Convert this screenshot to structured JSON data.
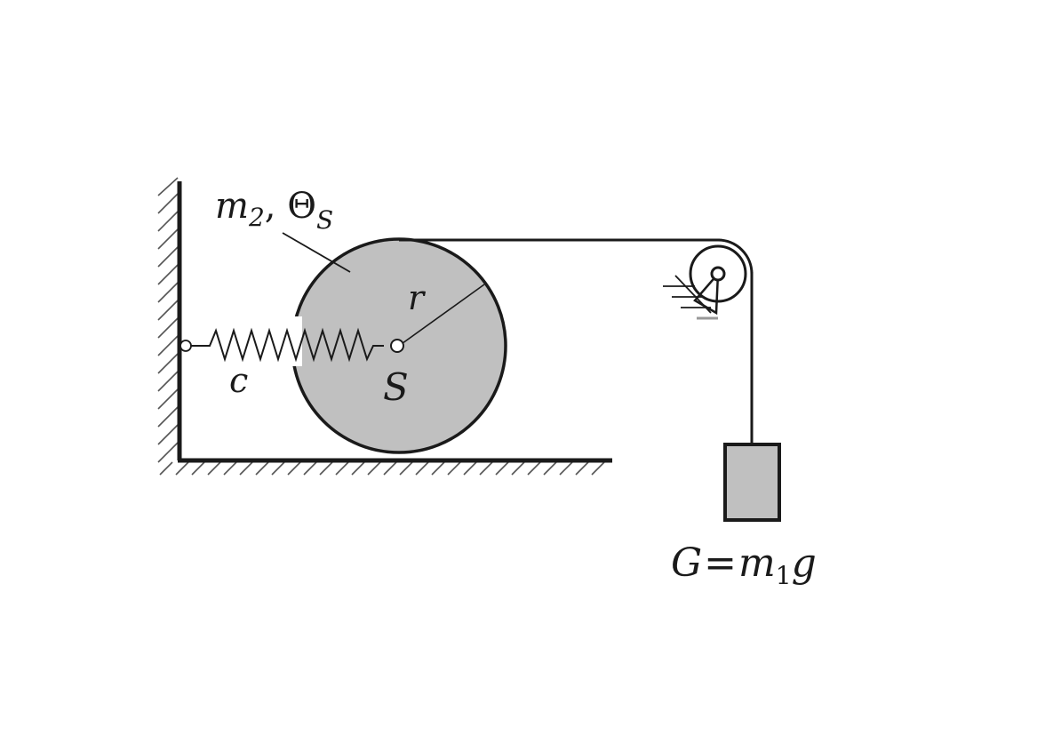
{
  "labels": {
    "mass_disc": {
      "main": "m",
      "sub": "2",
      "sep": ", ",
      "theta": "Θ",
      "theta_sub": "S"
    },
    "radius": "r",
    "center": "S",
    "spring": "c",
    "weight": {
      "G": "G",
      "eq": "=",
      "m": "m",
      "sub": "1",
      "g": "g"
    }
  },
  "colors": {
    "fill": "#c0c0c0",
    "stroke": "#1a1a1a",
    "hatch": "#555555",
    "background": "#ffffff"
  }
}
